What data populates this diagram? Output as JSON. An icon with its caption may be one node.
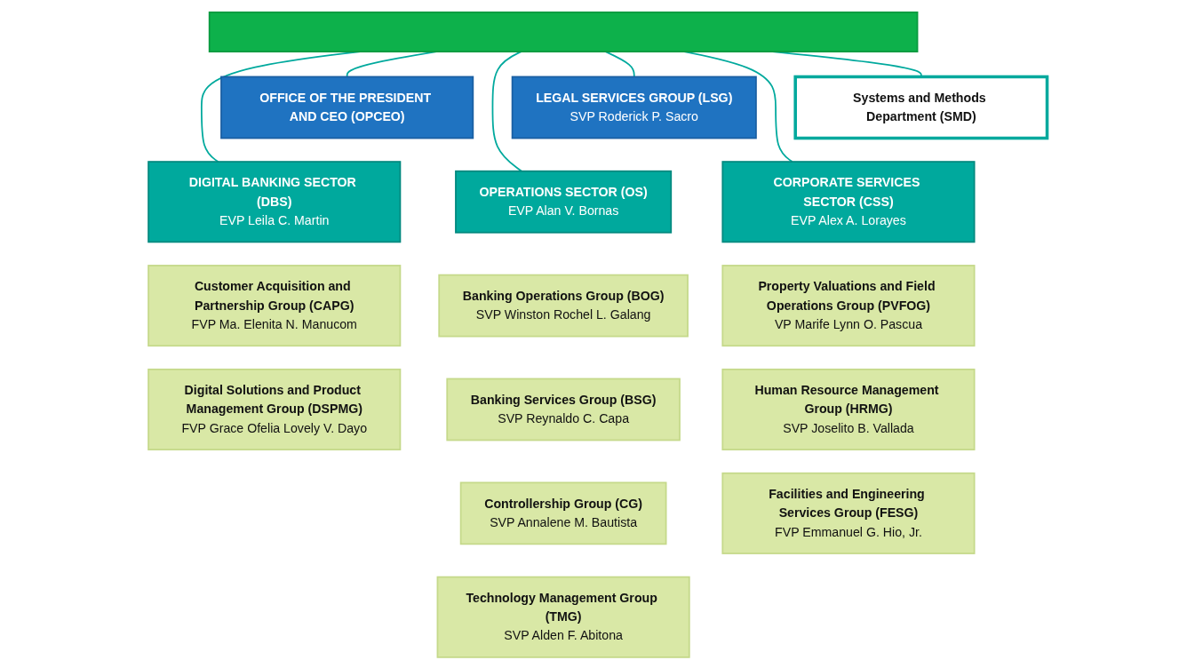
{
  "diagram": {
    "nodes": [
      {
        "text": [],
        "shape": "bar"
      },
      {
        "text": [
          "OFFICE OF THE PRESIDENT AND CEO (OPCEO)"
        ]
      },
      {
        "text": [
          "LEGAL SERVICES GROUP (LSG)",
          "SVP Roderick P. Sacro"
        ]
      },
      {
        "text": [
          "Systems and Methods Department (SMD)"
        ]
      },
      {
        "text": [
          "DIGITAL BANKING SECTOR (DBS)",
          "EVP Leila C. Martin"
        ]
      },
      {
        "text": [
          "Customer Acquisition and Partnership Group (CAPG)",
          "FVP Ma. Elenita N. Manucom"
        ]
      },
      {
        "text": [
          "Digital Solutions and Product Management Group (DSPMG)",
          "FVP Grace Ofelia Lovely V. Dayo"
        ]
      },
      {
        "text": [
          "OPERATIONS SECTOR (OS)",
          "EVP Alan V. Bornas"
        ]
      },
      {
        "text": [
          "Banking Operations Group (BOG)",
          "SVP Winston Rochel L. Galang"
        ]
      },
      {
        "text": [
          "Banking Services Group (BSG)",
          "SVP Reynaldo C. Capa"
        ]
      },
      {
        "text": [
          "Controllership Group (CG)",
          "SVP Annalene M. Bautista"
        ]
      },
      {
        "text": [
          "Technology Management Group (TMG)",
          "SVP Alden F. Abitona"
        ]
      },
      {
        "text": [
          "CORPORATE SERVICES SECTOR (CSS)",
          "EVP Alex A. Lorayes"
        ]
      },
      {
        "text": [
          "Property Valuations and Field Operations Group (PVFOG)",
          "VP Marife Lynn O. Pascua"
        ]
      },
      {
        "text": [
          "Human Resource Management Group (HRMG)",
          "SVP Joselito B. Vallada"
        ]
      },
      {
        "text": [
          "Facilities and Engineering Services Group (FESG)",
          "FVP Emmanuel G. Hio, Jr."
        ]
      }
    ],
    "edges": [
      {
        "from": 0,
        "to": 4,
        "arrow": "none"
      },
      {
        "from": 0,
        "to": 1,
        "arrow": "none"
      },
      {
        "from": 0,
        "to": 7,
        "arrow": "none"
      },
      {
        "from": 0,
        "to": 2,
        "arrow": "none"
      },
      {
        "from": 0,
        "to": 12,
        "arrow": "none"
      },
      {
        "from": 0,
        "to": 3,
        "arrow": "none"
      }
    ]
  }
}
